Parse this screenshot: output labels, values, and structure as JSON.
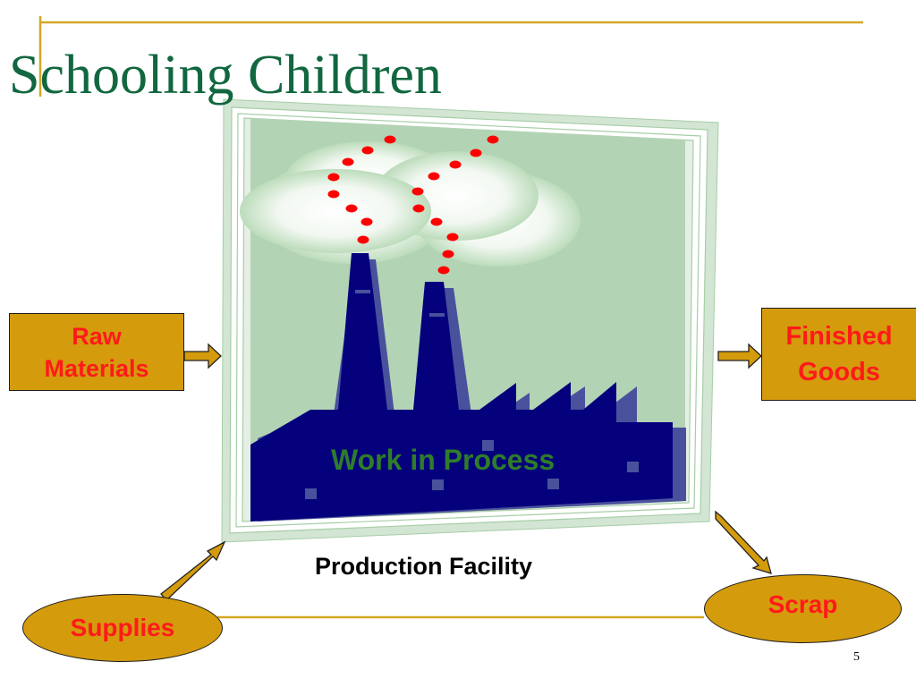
{
  "slide": {
    "title": "Schooling Children",
    "slide_number": "5"
  },
  "inputs": {
    "raw_materials_line1": "Raw",
    "raw_materials_line2": "Materials",
    "supplies": "Supplies"
  },
  "outputs": {
    "finished_goods_line1": "Finished",
    "finished_goods_line2": "Goods",
    "scrap": "Scrap"
  },
  "facility": {
    "work_in_process": "Work in Process",
    "production_facility": "Production Facility"
  },
  "colors": {
    "title": "#11673f",
    "box_fill": "#d49b0d",
    "box_text": "#ff1a1a",
    "accent_line": "#d4a826",
    "factory": "#05007c",
    "factory_shadow": "#4a519c",
    "sky": "#b3d3b5",
    "smoke_dots": "#ff0000"
  }
}
